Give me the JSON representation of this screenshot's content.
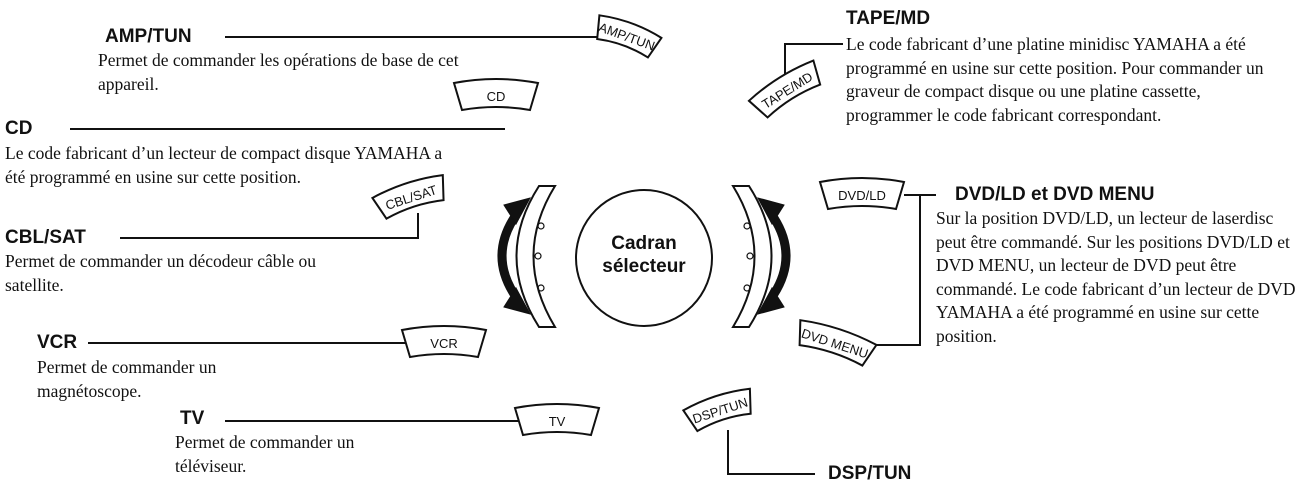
{
  "center": {
    "line1": "Cadran",
    "line2": "sélecteur"
  },
  "keys": {
    "amp_tun": "AMP/TUN",
    "cd": "CD",
    "cbl_sat": "CBL/SAT",
    "vcr": "VCR",
    "tv": "TV",
    "tape_md": "TAPE/MD",
    "dvd_ld": "DVD/LD",
    "dvd_menu": "DVD MENU",
    "dsp_tun": "DSP/TUN"
  },
  "labels": {
    "amp_tun": {
      "title": "AMP/TUN",
      "text": "Permet de commander les opérations de base de cet appareil."
    },
    "cd": {
      "title": "CD",
      "text": "Le code fabricant d’un lecteur de compact disque YAMAHA a été programmé en usine sur cette position."
    },
    "cbl_sat": {
      "title": "CBL/SAT",
      "text": "Permet de commander un décodeur câble ou satellite."
    },
    "vcr": {
      "title": "VCR",
      "text": "Permet de commander un magnétoscope."
    },
    "tv": {
      "title": "TV",
      "text": "Permet de commander un téléviseur."
    },
    "tape_md": {
      "title": "TAPE/MD",
      "text": "Le code fabricant d’une platine minidisc YAMAHA a été programmé en usine sur cette position. Pour commander un graveur de compact disque ou une platine cassette, programmer le code fabricant correspondant."
    },
    "dvd_ld": {
      "title": "DVD/LD et DVD MENU",
      "text": "Sur la position DVD/LD, un lecteur de laserdisc peut être commandé. Sur les positions DVD/LD et DVD MENU, un lecteur de DVD peut être commandé. Le code fabricant d’un lecteur de DVD YAMAHA a été programmé en usine sur cette position."
    },
    "dsp_tun": {
      "title": "DSP/TUN"
    }
  }
}
